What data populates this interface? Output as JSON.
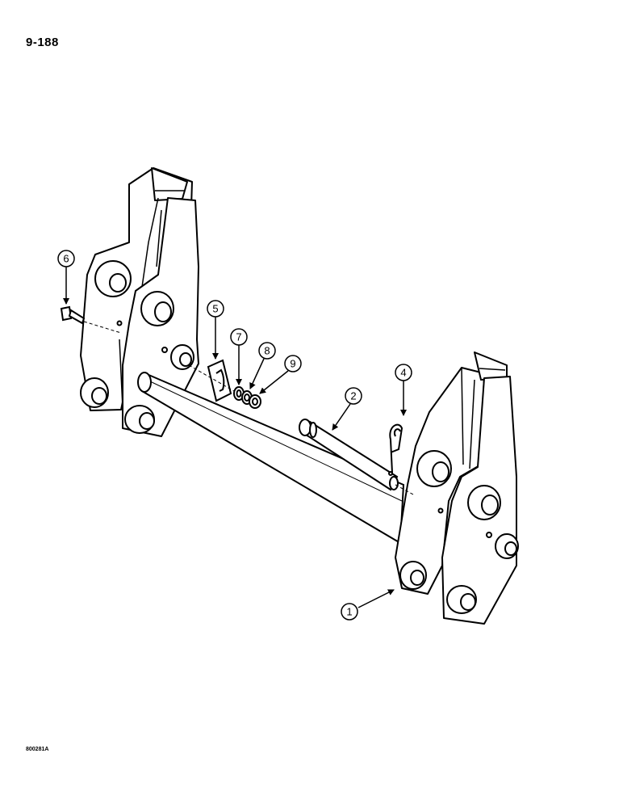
{
  "header": {
    "page_number": "9-188"
  },
  "footer": {
    "figure_code": "800281A"
  },
  "callouts": [
    {
      "id": "1",
      "label": "1"
    },
    {
      "id": "2",
      "label": "2"
    },
    {
      "id": "4",
      "label": "4"
    },
    {
      "id": "5",
      "label": "5"
    },
    {
      "id": "6",
      "label": "6"
    },
    {
      "id": "7",
      "label": "7"
    },
    {
      "id": "8",
      "label": "8"
    },
    {
      "id": "9",
      "label": "9"
    }
  ],
  "colors": {
    "ink": "#000000",
    "paper": "#ffffff",
    "shade": "#6f6f6f"
  }
}
